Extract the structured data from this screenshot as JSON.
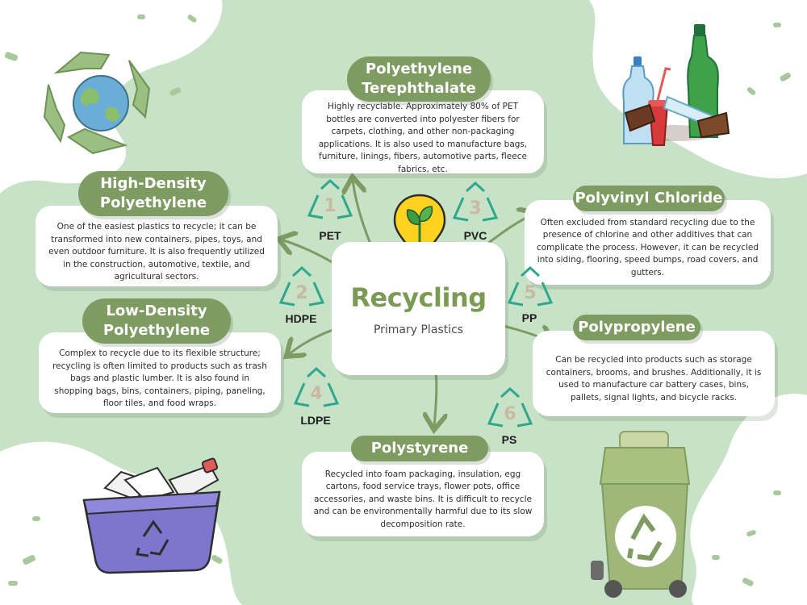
{
  "center": {
    "title": "Recycling",
    "subtitle": "Primary Plastics"
  },
  "plastics": [
    {
      "code": "1",
      "abbr": "PET",
      "name": "Polyethylene Terephthalate",
      "description": "Highly recyclable. Approximately 80% of PET bottles are converted into polyester fibers for carpets, clothing, and other non-packaging applications. It is also used to manufacture bags, furniture, linings, fibers, automotive parts, fleece fabrics, etc."
    },
    {
      "code": "2",
      "abbr": "HDPE",
      "name": "High-Density Polyethylene",
      "description": "One of the easiest plastics to recycle; it can be transformed into new containers, pipes, toys, and even outdoor furniture. It is also frequently utilized in the construction, automotive, textile, and agricultural sectors."
    },
    {
      "code": "3",
      "abbr": "PVC",
      "name": "Polyvinyl Chloride",
      "description": "Often excluded from standard recycling due to the presence of chlorine and other additives that can complicate the process. However, it can be recycled into siding, flooring, speed bumps, road covers, and gutters."
    },
    {
      "code": "4",
      "abbr": "LDPE",
      "name": "Low-Density Polyethylene",
      "description": "Complex to recycle due to its flexible structure; recycling is often limited to products such as trash bags and plastic lumber. It is also found in shopping bags, bins, containers, piping, paneling, floor tiles, and food wraps."
    },
    {
      "code": "5",
      "abbr": "PP",
      "name": "Polypropylene",
      "description": "Can be recycled into products such as storage containers, brooms, and brushes. Additionally, it is used to manufacture car battery cases, bins, pallets, signal lights, and bicycle racks."
    },
    {
      "code": "6",
      "abbr": "PS",
      "name": "Polystyrene",
      "description": "Recycled into foam packaging, insulation, egg cartons, food service trays, flower pots, office accessories, and waste bins. It is difficult to recycle and can be environmentally harmful due to its slow decomposition rate."
    }
  ],
  "colors": {
    "background": "#c8e2c7",
    "accent_green": "#7e9b62",
    "symbol_teal": "#2ea88c",
    "code_number": "#c9b9a3",
    "arrow": "#7e9b62",
    "title_green": "#7a9a55"
  },
  "icons": [
    "recycling-globe-icon",
    "lightbulb-sprout-icon",
    "plastic-bottles-icon",
    "recycling-basket-icon",
    "recycling-bin-icon"
  ]
}
